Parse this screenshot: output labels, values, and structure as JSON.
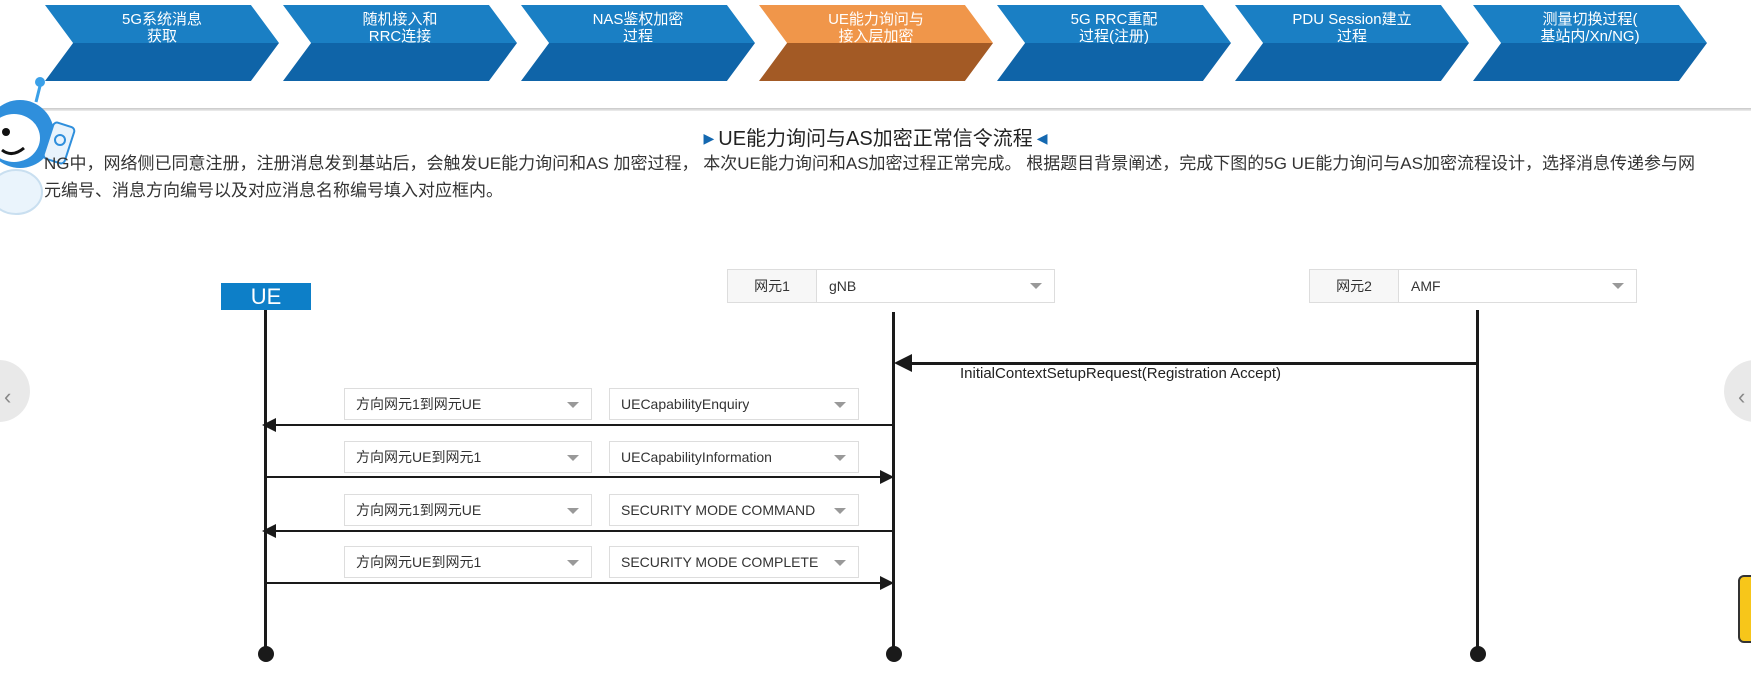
{
  "steps": [
    {
      "label": "5G系统消息\n获取",
      "active": false
    },
    {
      "label": "随机接入和\nRRC连接",
      "active": false
    },
    {
      "label": "NAS鉴权加密\n过程",
      "active": false
    },
    {
      "label": "UE能力询问与\n接入层加密",
      "active": true
    },
    {
      "label": "5G RRC重配\n过程(注册)",
      "active": false
    },
    {
      "label": "PDU Session建立\n过程",
      "active": false
    },
    {
      "label": "测量切换过程(\n基站内/Xn/NG)",
      "active": false
    }
  ],
  "title": "UE能力询问与AS加密正常信令流程",
  "description": "NG中，网络侧已同意注册，注册消息发到基站后，会触发UE能力询问和AS 加密过程， 本次UE能力询问和AS加密过程正常完成。 根据题目背景阐述，完成下图的5G UE能力询问与AS加密流程设计，选择消息传递参与网元编号、消息方向编号以及对应消息名称编号填入对应框内。",
  "ue_label": "UE",
  "ne1": {
    "label": "网元1",
    "value": "gNB"
  },
  "ne2": {
    "label": "网元2",
    "value": "AMF"
  },
  "initial_message": "InitialContextSetupRequest(Registration Accept)",
  "messages": [
    {
      "direction": "方向网元1到网元UE",
      "name": "UECapabilityEnquiry"
    },
    {
      "direction": "方向网元UE到网元1",
      "name": "UECapabilityInformation"
    },
    {
      "direction": "方向网元1到网元UE",
      "name": "SECURITY MODE COMMAND"
    },
    {
      "direction": "方向网元UE到网元1",
      "name": "SECURITY MODE COMPLETE"
    }
  ],
  "nav": {
    "prev_icon": "chevron-left-icon",
    "next_icon": "chevron-right-icon"
  },
  "colors": {
    "step_active": "#f0964a",
    "step_inactive": "#1a7fc4",
    "accent": "#0d7fc8"
  }
}
